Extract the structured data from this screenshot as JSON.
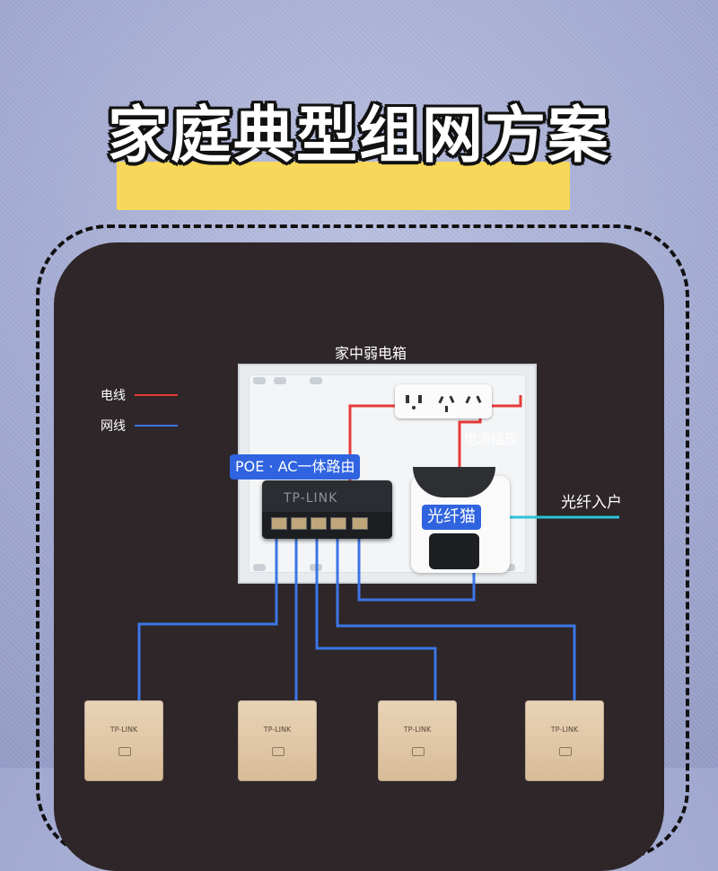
{
  "title": "家庭典型组网方案",
  "legend": {
    "power_label": "电线",
    "network_label": "网线",
    "power_color": "#e83a3a",
    "network_color": "#3b76e6"
  },
  "box_label": "家中弱电箱",
  "outlet_label": "电源插座",
  "router_tag": "POE · AC一体路由",
  "modem_tag": "光纤猫",
  "fiber_label": "光纤入户",
  "switch_brand": "TP-LINK",
  "access_points": [
    {
      "brand": "TP-LINK"
    },
    {
      "brand": "TP-LINK"
    },
    {
      "brand": "TP-LINK"
    },
    {
      "brand": "TP-LINK"
    }
  ],
  "colors": {
    "highlight": "#f7d85a",
    "panel": "#2e2628",
    "tag_blue": "#2f63e0",
    "fiber": "#2cc3d8"
  }
}
